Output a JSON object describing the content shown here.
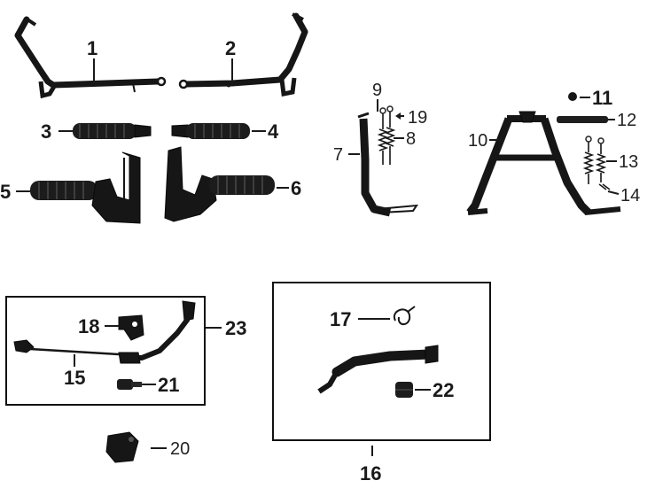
{
  "callouts": {
    "c1": "1",
    "c2": "2",
    "c3": "3",
    "c4": "4",
    "c5": "5",
    "c6": "6",
    "c7": "7",
    "c8": "8",
    "c9": "9",
    "c10": "10",
    "c11": "11",
    "c12": "12",
    "c13": "13",
    "c14": "14",
    "c15": "15",
    "c16": "16",
    "c17": "17",
    "c18": "18",
    "c19": "19",
    "c20": "20",
    "c21": "21",
    "c22": "22",
    "c23": "23"
  },
  "icons": {
    "frame_bracket": "frame-bracket-icon",
    "footpeg": "footpeg-icon",
    "passenger_footrest": "passenger-footrest-icon",
    "side_stand": "side-stand-icon",
    "spring": "spring-icon",
    "center_stand": "center-stand-icon",
    "kick_lever": "kick-lever-icon",
    "brake_pedal": "brake-pedal-icon"
  }
}
